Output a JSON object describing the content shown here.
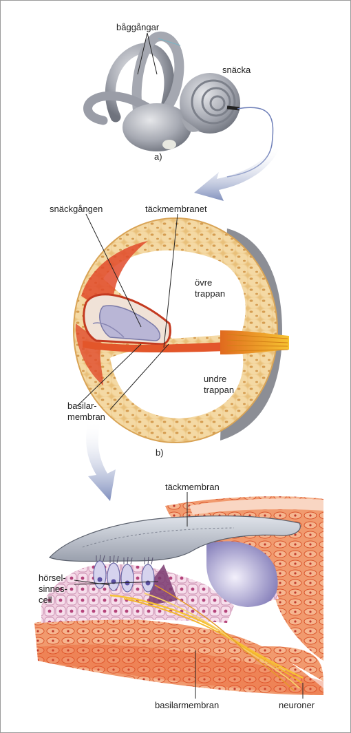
{
  "labels": {
    "baggangar": "båggångar",
    "snacka": "snäcka",
    "part_a": "a)",
    "snackgangen": "snäckgången",
    "tackmembranet": "täckmembranet",
    "ovre_line1": "övre",
    "ovre_line2": "trappan",
    "undre_line1": "undre",
    "undre_line2": "trappan",
    "basilar_line1": "basilar-",
    "basilar_line2": "membran",
    "part_b": "b)",
    "tackmembran": "täckmembran",
    "horsel_line1": "hörsel-",
    "horsel_line2": "sinnes-",
    "horsel_line3": "cell",
    "basilarmembran": "basilarmembran",
    "neuroner": "neuroner"
  },
  "colors": {
    "bone": "#f2d39a",
    "bone_dark": "#e6b86c",
    "tissue_red": "#e0522a",
    "nerve_yellow": "#f3b62c",
    "membrane_gray": "#b7bcc6",
    "labyrinth_gray": "#9ea1ab",
    "arrow_blue": "#8f9ec6",
    "hair_cell_purple": "#b0a2d6",
    "cell_pink": "#e9b5cf"
  }
}
